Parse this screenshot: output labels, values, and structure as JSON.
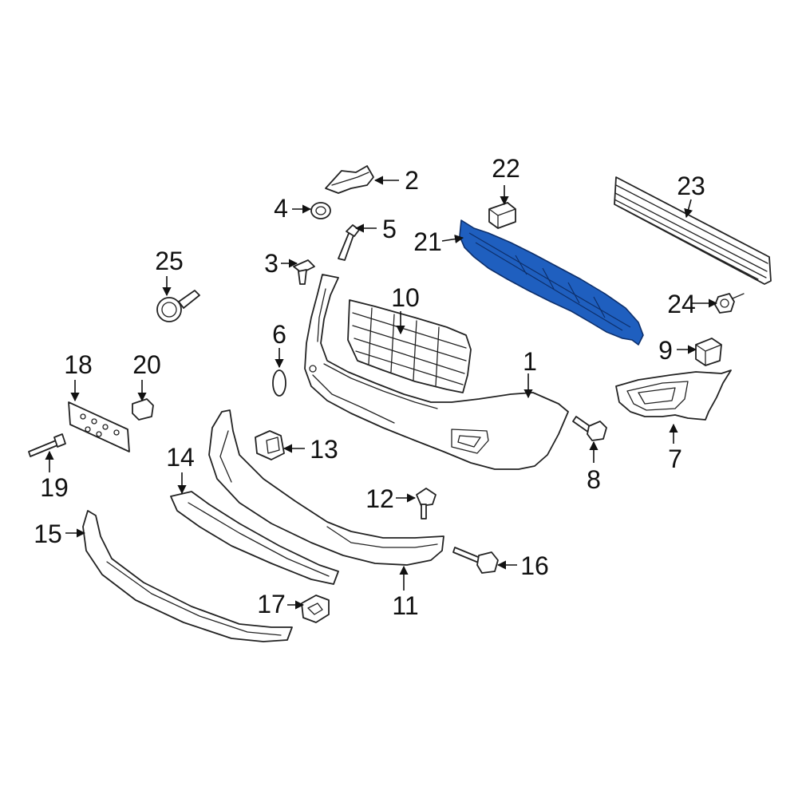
{
  "diagram": {
    "highlight_color": "#1f5fbf",
    "callouts": [
      {
        "id": "c1",
        "number": "1"
      },
      {
        "id": "c2",
        "number": "2"
      },
      {
        "id": "c3",
        "number": "3"
      },
      {
        "id": "c4",
        "number": "4"
      },
      {
        "id": "c5",
        "number": "5"
      },
      {
        "id": "c6",
        "number": "6"
      },
      {
        "id": "c7",
        "number": "7"
      },
      {
        "id": "c8",
        "number": "8"
      },
      {
        "id": "c9",
        "number": "9"
      },
      {
        "id": "c10",
        "number": "10"
      },
      {
        "id": "c11",
        "number": "11"
      },
      {
        "id": "c12",
        "number": "12"
      },
      {
        "id": "c13",
        "number": "13"
      },
      {
        "id": "c14",
        "number": "14"
      },
      {
        "id": "c15",
        "number": "15"
      },
      {
        "id": "c16",
        "number": "16"
      },
      {
        "id": "c17",
        "number": "17"
      },
      {
        "id": "c18",
        "number": "18"
      },
      {
        "id": "c19",
        "number": "19"
      },
      {
        "id": "c20",
        "number": "20"
      },
      {
        "id": "c21",
        "number": "21"
      },
      {
        "id": "c22",
        "number": "22"
      },
      {
        "id": "c23",
        "number": "23"
      },
      {
        "id": "c24",
        "number": "24"
      },
      {
        "id": "c25",
        "number": "25"
      }
    ]
  }
}
